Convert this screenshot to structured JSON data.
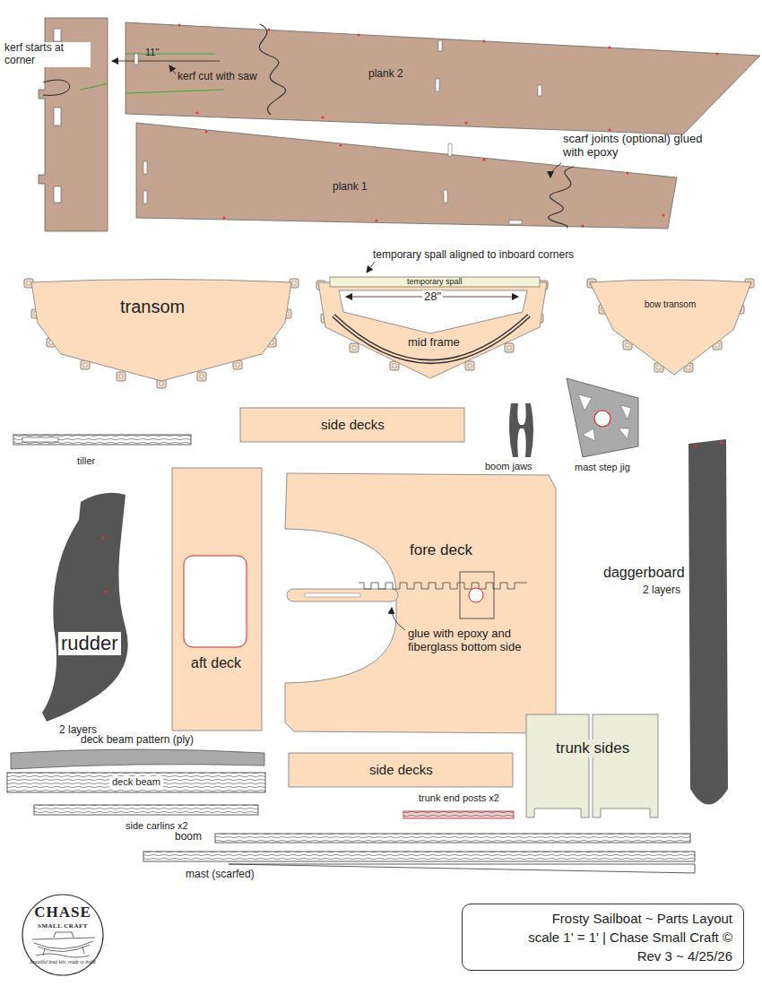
{
  "diagram": {
    "nodes": [
      {
        "text": [
          "plank 2"
        ]
      },
      {
        "text": [
          "plank 1"
        ]
      },
      {
        "text": [
          "transom"
        ]
      },
      {
        "text": [
          "temporary spall"
        ]
      },
      {
        "text": [
          "mid frame"
        ]
      },
      {
        "text": [
          "bow transom"
        ]
      },
      {
        "text": [
          "side decks"
        ]
      },
      {
        "text": [
          "fore deck"
        ]
      },
      {
        "text": [
          "aft deck"
        ]
      },
      {
        "text": [
          "rudder"
        ]
      },
      {
        "text": [
          "deck beam"
        ]
      },
      {
        "text": [
          "side decks"
        ]
      },
      {
        "text": [
          "trunk sides"
        ]
      },
      {
        "text": [
          "CHASE",
          "SMALL CRAFT",
          "beautiful boat kits, ready to build"
        ]
      },
      {
        "text": [
          "Frosty Sailboat ~ Parts Layout",
          "scale 1' = 1' | Chase Small Craft ©",
          "Rev 3 ~ 4/25/26"
        ]
      }
    ],
    "labels": [
      "kerf starts at corner",
      "11\"",
      "kerf cut with saw",
      "scarf joints (optional) glued with epoxy",
      "temporary spall aligned to inboard corners",
      "28\"",
      "tiller",
      "boom jaws",
      "mast step jig",
      "glue with epoxy and fiberglass bottom side",
      "daggerboard",
      "2 layers",
      "2 layers",
      "deck beam pattern (ply)",
      "trunk end posts x2",
      "side carlins x2",
      "boom",
      "mast (scarfed)"
    ]
  }
}
